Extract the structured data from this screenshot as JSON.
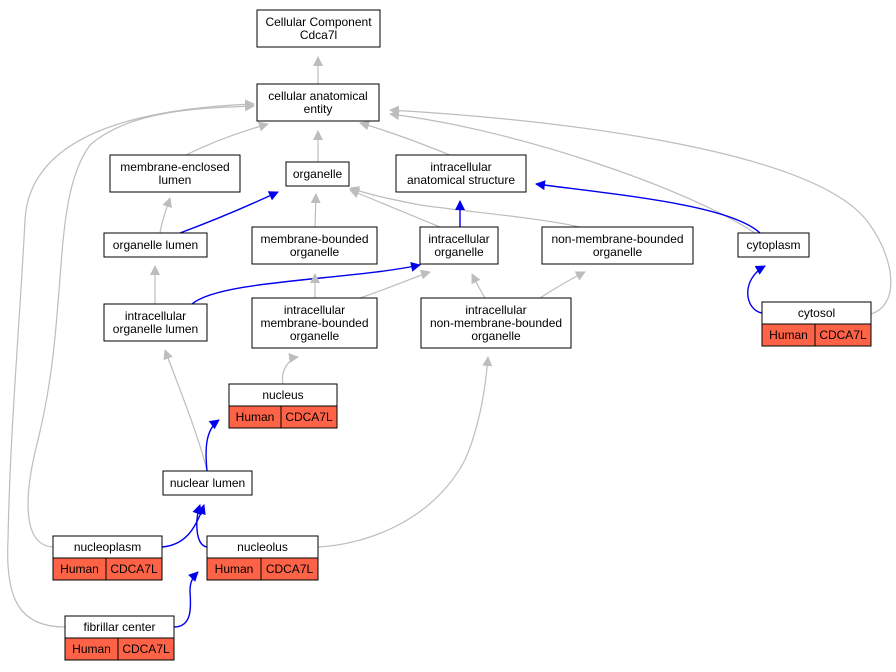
{
  "diagram": {
    "colors": {
      "is_a_edge": "#bdbdbd",
      "part_of_edge": "#0000ee",
      "annotation_fill": "#ff6347",
      "node_fill": "#ffffff",
      "node_border": "#000000"
    },
    "nodes": [
      {
        "id": "root",
        "lines": [
          "Cellular Component",
          "Cdca7l"
        ]
      },
      {
        "id": "cae",
        "lines": [
          "cellular anatomical",
          "entity"
        ]
      },
      {
        "id": "mel",
        "lines": [
          "membrane-enclosed",
          "lumen"
        ]
      },
      {
        "id": "org",
        "lines": [
          "organelle"
        ]
      },
      {
        "id": "ias",
        "lines": [
          "intracellular",
          "anatomical structure"
        ]
      },
      {
        "id": "orgl",
        "lines": [
          "organelle lumen"
        ]
      },
      {
        "id": "mbo",
        "lines": [
          "membrane-bounded",
          "organelle"
        ]
      },
      {
        "id": "io",
        "lines": [
          "intracellular",
          "organelle"
        ]
      },
      {
        "id": "nmbo",
        "lines": [
          "non-membrane-bounded",
          "organelle"
        ]
      },
      {
        "id": "cyto",
        "lines": [
          "cytoplasm"
        ]
      },
      {
        "id": "iol",
        "lines": [
          "intracellular",
          "organelle lumen"
        ]
      },
      {
        "id": "imbo",
        "lines": [
          "intracellular",
          "membrane-bounded",
          "organelle"
        ]
      },
      {
        "id": "inmbo",
        "lines": [
          "intracellular",
          "non-membrane-bounded",
          "organelle"
        ]
      },
      {
        "id": "cytosol",
        "lines": [
          "cytosol"
        ],
        "annotations": [
          "Human",
          "CDCA7L"
        ]
      },
      {
        "id": "nucleus",
        "lines": [
          "nucleus"
        ],
        "annotations": [
          "Human",
          "CDCA7L"
        ]
      },
      {
        "id": "nl",
        "lines": [
          "nuclear lumen"
        ]
      },
      {
        "id": "np",
        "lines": [
          "nucleoplasm"
        ],
        "annotations": [
          "Human",
          "CDCA7L"
        ]
      },
      {
        "id": "nuo",
        "lines": [
          "nucleolus"
        ],
        "annotations": [
          "Human",
          "CDCA7L"
        ]
      },
      {
        "id": "fc",
        "lines": [
          "fibrillar center"
        ],
        "annotations": [
          "Human",
          "CDCA7L"
        ]
      }
    ],
    "edges": [
      {
        "from": "cae",
        "to": "root",
        "type": "is_a"
      },
      {
        "from": "mel",
        "to": "cae",
        "type": "is_a"
      },
      {
        "from": "org",
        "to": "cae",
        "type": "is_a"
      },
      {
        "from": "ias",
        "to": "cae",
        "type": "is_a"
      },
      {
        "from": "cyto",
        "to": "cae",
        "type": "is_a"
      },
      {
        "from": "cytosol",
        "to": "cae",
        "type": "is_a"
      },
      {
        "from": "np",
        "to": "cae",
        "type": "is_a"
      },
      {
        "from": "fc",
        "to": "cae",
        "type": "is_a"
      },
      {
        "from": "orgl",
        "to": "mel",
        "type": "is_a"
      },
      {
        "from": "orgl",
        "to": "org",
        "type": "part_of"
      },
      {
        "from": "mbo",
        "to": "org",
        "type": "is_a"
      },
      {
        "from": "io",
        "to": "org",
        "type": "is_a"
      },
      {
        "from": "nmbo",
        "to": "org",
        "type": "is_a"
      },
      {
        "from": "io",
        "to": "ias",
        "type": "part_of"
      },
      {
        "from": "cyto",
        "to": "ias",
        "type": "part_of"
      },
      {
        "from": "iol",
        "to": "orgl",
        "type": "is_a"
      },
      {
        "from": "iol",
        "to": "io",
        "type": "part_of"
      },
      {
        "from": "imbo",
        "to": "mbo",
        "type": "is_a"
      },
      {
        "from": "imbo",
        "to": "io",
        "type": "is_a"
      },
      {
        "from": "inmbo",
        "to": "io",
        "type": "is_a"
      },
      {
        "from": "inmbo",
        "to": "nmbo",
        "type": "is_a"
      },
      {
        "from": "cytosol",
        "to": "cyto",
        "type": "part_of"
      },
      {
        "from": "nucleus",
        "to": "imbo",
        "type": "is_a"
      },
      {
        "from": "nl",
        "to": "iol",
        "type": "is_a"
      },
      {
        "from": "nl",
        "to": "nucleus",
        "type": "part_of"
      },
      {
        "from": "np",
        "to": "nl",
        "type": "part_of"
      },
      {
        "from": "nuo",
        "to": "nl",
        "type": "part_of"
      },
      {
        "from": "nuo",
        "to": "inmbo",
        "type": "is_a"
      },
      {
        "from": "fc",
        "to": "nuo",
        "type": "part_of"
      }
    ]
  }
}
